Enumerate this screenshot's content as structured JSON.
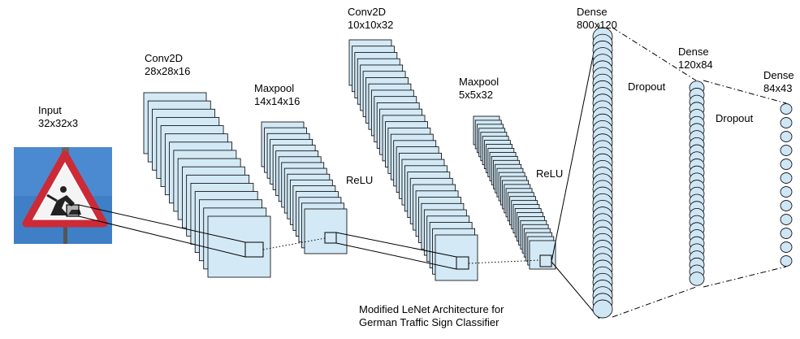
{
  "caption": {
    "line1": "Modified LeNet Architecture for",
    "line2": "German Traffic Sign Classifier"
  },
  "layers": {
    "input": {
      "name": "Input",
      "shape": "32x32x3"
    },
    "conv1": {
      "name": "Conv2D",
      "shape": "28x28x16"
    },
    "pool1": {
      "name": "Maxpool",
      "shape": "14x14x16"
    },
    "relu1": {
      "name": "ReLU"
    },
    "conv2": {
      "name": "Conv2D",
      "shape": "10x10x32"
    },
    "pool2": {
      "name": "Maxpool",
      "shape": "5x5x32"
    },
    "relu2": {
      "name": "ReLU"
    },
    "dense1": {
      "name": "Dense",
      "shape": "800x120"
    },
    "dropout1": {
      "name": "Dropout"
    },
    "dense2": {
      "name": "Dense",
      "shape": "120x84"
    },
    "dropout2": {
      "name": "Dropout"
    },
    "dense3": {
      "name": "Dense",
      "shape": "84x43"
    }
  },
  "colors": {
    "map_fill": "#d3e9f6",
    "stroke": "#000000",
    "neuron_fill": "#cfe6f5",
    "sign_sky": "#3f7fc6",
    "sign_red": "#cc2a37"
  }
}
